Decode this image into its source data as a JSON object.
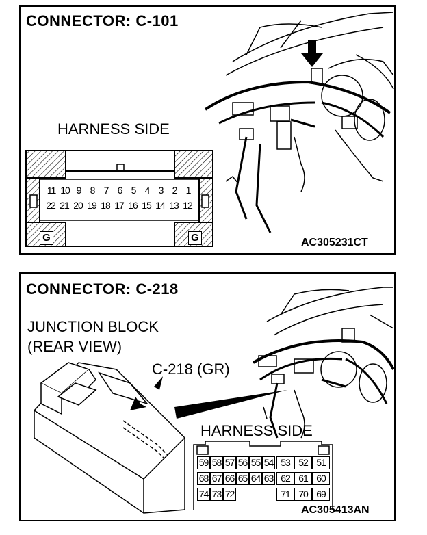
{
  "panel1": {
    "title": "CONNECTOR: C-101",
    "harness_label": "HARNESS SIDE",
    "code": "AC305231CT",
    "ground_label": "G",
    "top_row": [
      "11",
      "10",
      "9",
      "8",
      "7",
      "6",
      "5",
      "4",
      "3",
      "2",
      "1"
    ],
    "bottom_row": [
      "22",
      "21",
      "20",
      "19",
      "18",
      "17",
      "16",
      "15",
      "14",
      "13",
      "12"
    ]
  },
  "panel2": {
    "title": "CONNECTOR: C-218",
    "junction_label_1": "JUNCTION BLOCK",
    "junction_label_2": "(REAR VIEW)",
    "callout": "C-218 (GR)",
    "harness_label": "HARNESS SIDE",
    "code": "AC305413AN",
    "row1": [
      "59",
      "58",
      "57",
      "56",
      "55",
      "54",
      "53",
      "52",
      "51"
    ],
    "row2": [
      "68",
      "67",
      "66",
      "65",
      "64",
      "63",
      "62",
      "61",
      "60"
    ],
    "row3_left": [
      "74",
      "73",
      "72"
    ],
    "row3_right": [
      "71",
      "70",
      "69"
    ]
  }
}
